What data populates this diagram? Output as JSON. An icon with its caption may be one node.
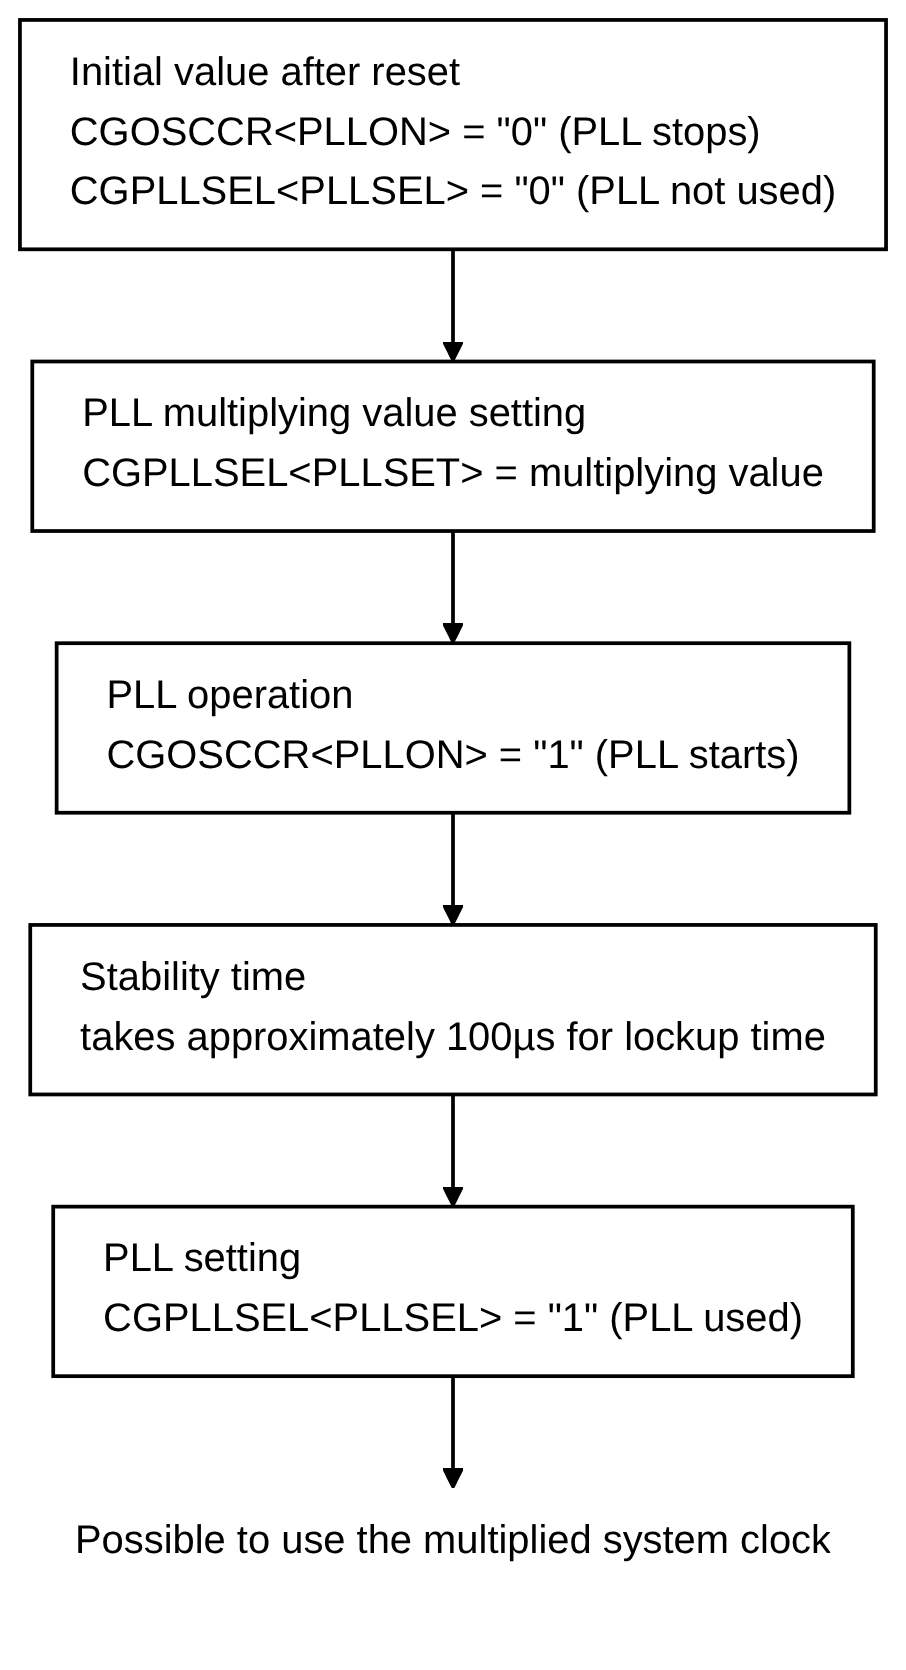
{
  "diagram": {
    "nodes": [
      {
        "text": [
          "Initial value after reset",
          "CGOSCCR<PLLON> = \"0\" (PLL stops)",
          "CGPLLSEL<PLLSEL> = \"0\" (PLL not used)"
        ]
      },
      {
        "text": [
          "PLL multiplying value setting",
          "CGPLLSEL<PLLSET> = multiplying value"
        ]
      },
      {
        "text": [
          "PLL operation",
          "CGOSCCR<PLLON> = \"1\" (PLL starts)"
        ]
      },
      {
        "text": [
          "Stability time",
          "takes approximately 100µs for lockup time"
        ]
      },
      {
        "text": [
          "PLL setting",
          "CGPLLSEL<PLLSEL> = \"1\" (PLL used)"
        ]
      },
      {
        "text": [
          "Possible to use the multiplied system clock"
        ]
      }
    ],
    "edges": [
      {
        "from": 0,
        "to": 1,
        "arrow": "to"
      },
      {
        "from": 1,
        "to": 2,
        "arrow": "to"
      },
      {
        "from": 2,
        "to": 3,
        "arrow": "to"
      },
      {
        "from": 3,
        "to": 4,
        "arrow": "to"
      },
      {
        "from": 4,
        "to": 5,
        "arrow": "to"
      }
    ]
  }
}
